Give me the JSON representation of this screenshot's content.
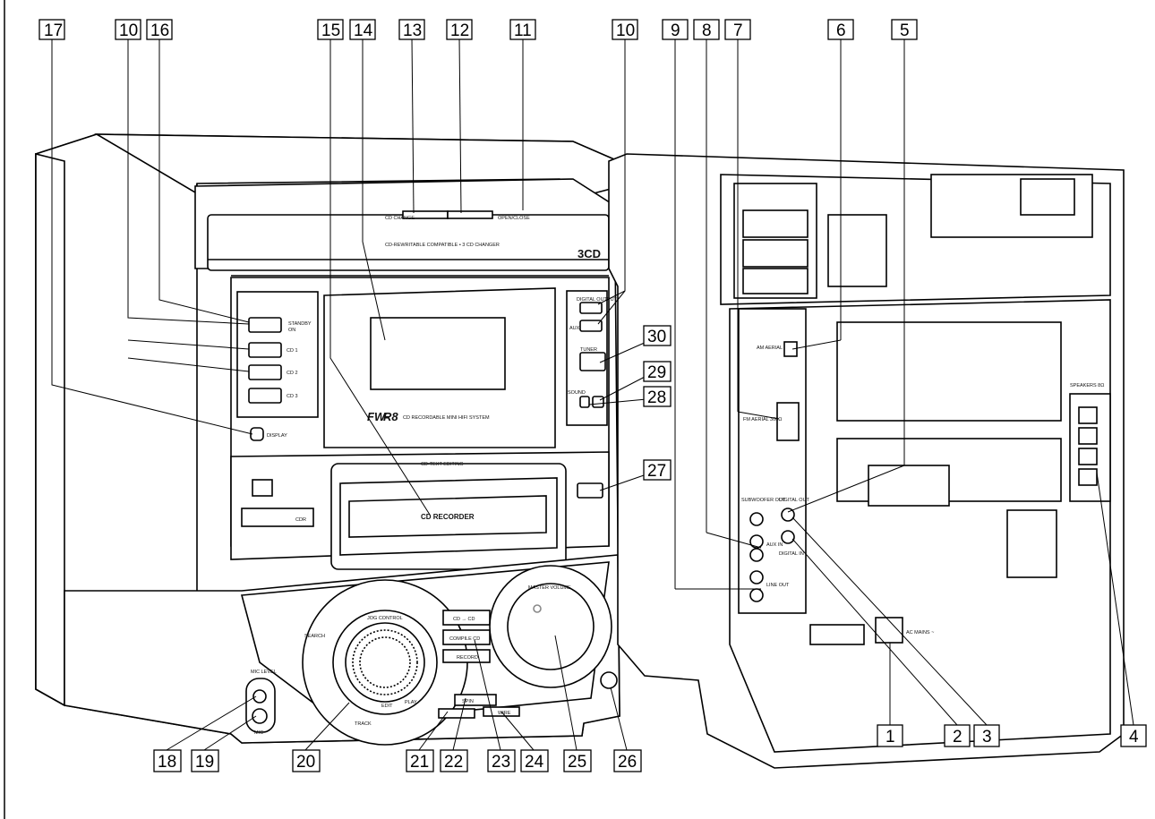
{
  "callouts": {
    "c17": "17",
    "c10a": "10",
    "c16": "16",
    "c15": "15",
    "c14": "14",
    "c13": "13",
    "c12": "12",
    "c11": "11",
    "c10b": "10",
    "c9": "9",
    "c8": "8",
    "c7": "7",
    "c6": "6",
    "c5": "5",
    "c30": "30",
    "c29": "29",
    "c28": "28",
    "c27": "27",
    "c1": "1",
    "c2": "2",
    "c3": "3",
    "c4": "4",
    "c18": "18",
    "c19": "19",
    "c20": "20",
    "c21": "21",
    "c22": "22",
    "c23": "23",
    "c24": "24",
    "c25": "25",
    "c26": "26"
  },
  "front": {
    "cd_change": "CD CHANGE",
    "open_close": "OPEN/CLOSE",
    "changer_text": "CD-REWRITABLE COMPATIBLE • 3 CD CHANGER",
    "logo_3cd": "3CD",
    "standby": "STANDBY",
    "on": "ON",
    "cd1": "CD 1",
    "cd2": "CD 2",
    "cd3": "CD 3",
    "display": "DISPLAY",
    "model_prefix": "FW-",
    "model": "R8",
    "model_text": "CD RECORDABLE MINI HIFI SYSTEM",
    "cd_text_editing": "CD-TEXT EDITING",
    "cd_recorder": "CD RECORDER",
    "cdr": "CDR",
    "jog_control": "JOG CONTROL",
    "master_volume": "MASTER VOLUME",
    "cd_to_cd": "CD → CD",
    "compile_cd": "COMPILE CD",
    "record": "RECORD",
    "spin": "SPIN",
    "mic_level": "MIC LEVEL",
    "mic": "MIC",
    "digital_output": "DIGITAL OUTPUT",
    "aux": "AUX",
    "tuner": "TUNER",
    "sound": "SOUND",
    "edit": "EDIT",
    "play": "PLAY",
    "track": "TRACK",
    "search": "SEARCH",
    "wire": "WIRE"
  },
  "rear": {
    "am_aerial": "AM AERIAL",
    "fm_aerial": "FM AERIAL 300Ω",
    "subwoofer_out": "SUBWOOFER OUT",
    "aux_in": "AUX IN",
    "line_out": "LINE OUT",
    "digital_out": "DIGITAL OUT",
    "digital_in": "DIGITAL IN",
    "ac_mains": "AC MAINS ~",
    "speakers": "SPEAKERS 8Ω"
  }
}
